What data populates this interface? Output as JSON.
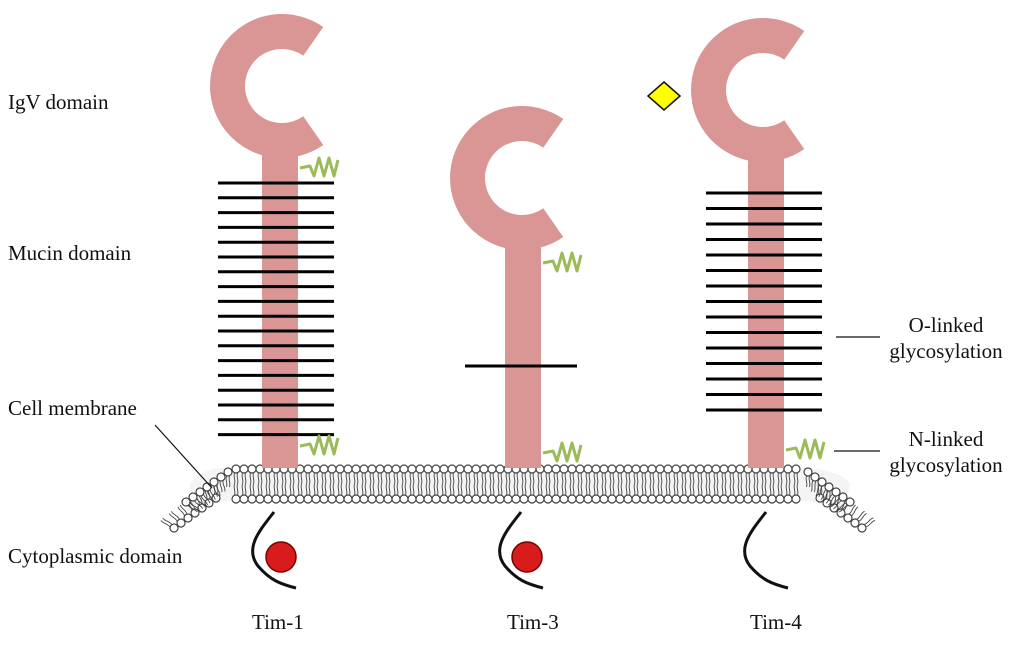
{
  "labels": {
    "igv_domain": "IgV domain",
    "mucin_domain": "Mucin domain",
    "cell_membrane": "Cell membrane",
    "cytoplasmic_domain": "Cytoplasmic domain",
    "o_linked_line1": "O-linked",
    "o_linked_line2": "glycosylation",
    "n_linked_line1": "N-linked",
    "n_linked_line2": "glycosylation"
  },
  "proteins": [
    {
      "name": "Tim-1",
      "mucin_bars": 18
    },
    {
      "name": "Tim-3",
      "mucin_bars": 1
    },
    {
      "name": "Tim-4",
      "mucin_bars": 15
    }
  ],
  "colors": {
    "protein": "#d99694",
    "glycan": "#9bbb59",
    "phospho_site": "#d81b1b",
    "special_site": "#ffff00",
    "mucin_bar": "#000000"
  }
}
